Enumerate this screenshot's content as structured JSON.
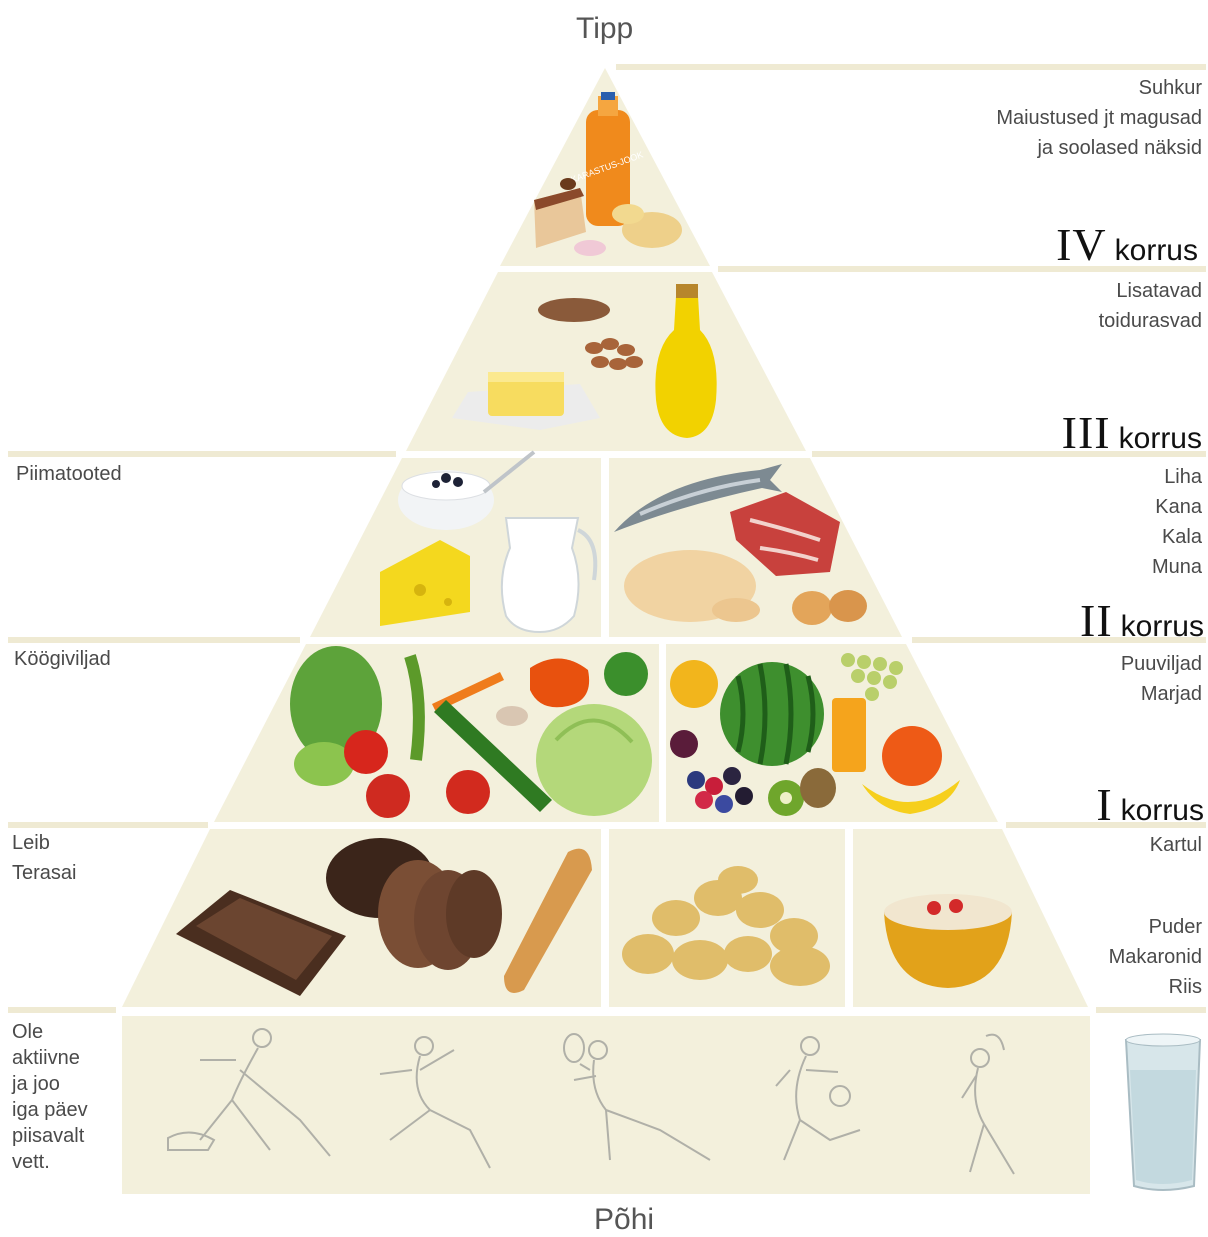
{
  "labels": {
    "top": "Tipp",
    "bottom": "Põhi"
  },
  "floors": [
    {
      "roman": "IV",
      "word": "korrus"
    },
    {
      "roman": "III",
      "word": "korrus"
    },
    {
      "roman": "II",
      "word": "korrus"
    },
    {
      "roman": "I",
      "word": "korrus"
    }
  ],
  "right_labels": {
    "top": [
      "Suhkur",
      "Maiustused jt magusad",
      "ja soolased näksid"
    ],
    "fats": [
      "Lisatavad",
      "toidurasvad"
    ],
    "protein": [
      "Liha",
      "Kana",
      "Kala",
      "Muna"
    ],
    "fruit": [
      "Puuviljad",
      "Marjad"
    ],
    "potato": [
      "Kartul"
    ],
    "grains": [
      "Puder",
      "Makaronid",
      "Riis"
    ]
  },
  "left_labels": {
    "dairy": [
      "Piimatooted"
    ],
    "vegetables": [
      "Köögiviljad"
    ],
    "bread": [
      "Leib",
      "Terasai"
    ],
    "activity": [
      "Ole",
      "aktiivne",
      "ja joo",
      "iga päev",
      "piisavalt",
      "vett."
    ]
  },
  "images": {
    "bottle_text": "KARASTUS-JOOK"
  },
  "colors": {
    "pyramid_fill": "#f3f0dc",
    "band": "#efead3",
    "text": "#4a4a4a"
  }
}
